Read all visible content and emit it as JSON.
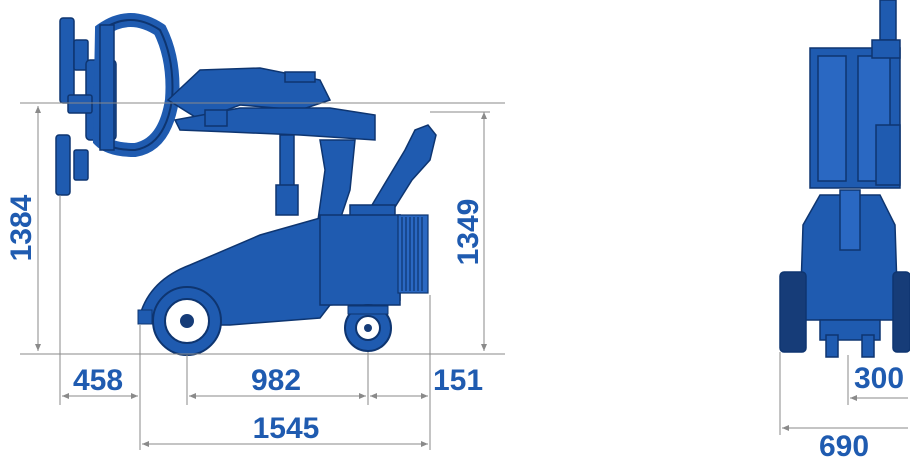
{
  "colors": {
    "machine_blue": "#1f5bb0",
    "machine_dark": "#0e3570",
    "dimension_text": "#1f5bb0",
    "dimension_line": "#8a8a8a",
    "tire": "#163c78"
  },
  "dimensions": {
    "overall_height": "1384",
    "frame_height": "1349",
    "front_overhang": "458",
    "wheelbase": "982",
    "rear_overhang": "151",
    "overall_length": "1545",
    "track_half": "300",
    "overall_width": "690"
  }
}
